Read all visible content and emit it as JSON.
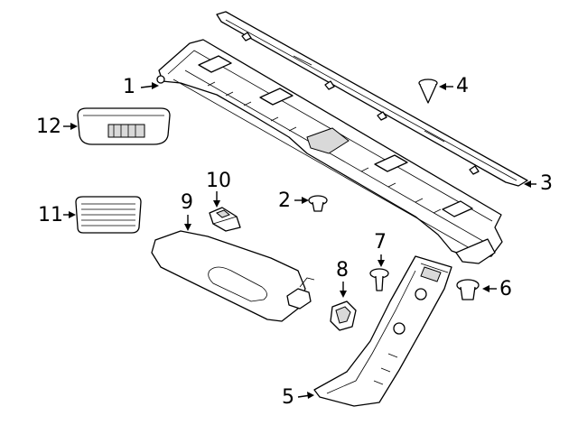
{
  "callouts": [
    {
      "id": "1",
      "label": "1",
      "part": "headliner"
    },
    {
      "id": "2",
      "label": "2",
      "part": "clip"
    },
    {
      "id": "3",
      "label": "3",
      "part": "rear-header-trim"
    },
    {
      "id": "4",
      "label": "4",
      "part": "push-pin"
    },
    {
      "id": "5",
      "label": "5",
      "part": "pillar-trim"
    },
    {
      "id": "6",
      "label": "6",
      "part": "retainer"
    },
    {
      "id": "7",
      "label": "7",
      "part": "push-pin"
    },
    {
      "id": "8",
      "label": "8",
      "part": "sunvisor-clip"
    },
    {
      "id": "9",
      "label": "9",
      "part": "sunvisor"
    },
    {
      "id": "10",
      "label": "10",
      "part": "sunvisor-bracket"
    },
    {
      "id": "11",
      "label": "11",
      "part": "lamp"
    },
    {
      "id": "12",
      "label": "12",
      "part": "console-lamp"
    }
  ]
}
